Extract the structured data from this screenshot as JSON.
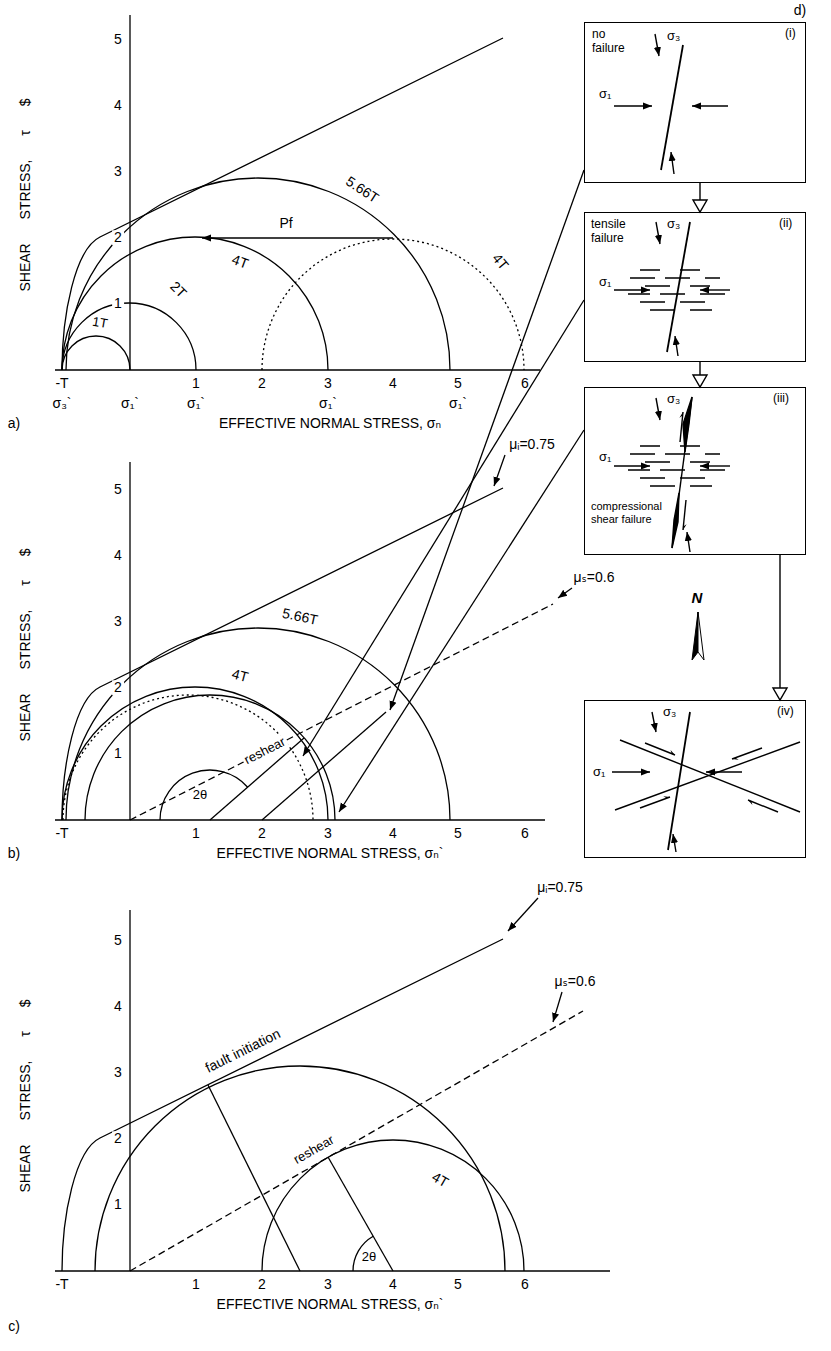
{
  "diagram": {
    "nodes": [
      {
        "text": [
          "no failure",
          "(i)",
          "σ₃",
          "σ₁"
        ]
      },
      {
        "text": [
          "tensile failure",
          "(ii)",
          "σ₃",
          "σ₁"
        ]
      },
      {
        "text": [
          "(iii)",
          "σ₃",
          "σ₁",
          "compressional shear failure"
        ]
      },
      {
        "text": [
          "(iv)",
          "σ₃",
          "σ₁"
        ]
      }
    ],
    "edges": [
      {
        "from": 0,
        "to": 1,
        "arrow": "to"
      },
      {
        "from": 1,
        "to": 2,
        "arrow": "to"
      },
      {
        "from": 2,
        "to": 3,
        "arrow": "to"
      }
    ],
    "labels": [
      "SHEAR STRESS, τ $",
      "5",
      "4",
      "3",
      "2",
      "1",
      "5.66T",
      "Pf",
      "4T",
      "4T",
      "2T",
      "1T",
      "-T",
      "1",
      "2",
      "3",
      "4",
      "5",
      "6",
      "σ₃`",
      "σ₁`",
      "σ₁`",
      "σ₁`",
      "σ₁`",
      "a)",
      "EFFECTIVE NORMAL STRESS, σₙ",
      "SHEAR STRESS, τ $",
      "5",
      "4",
      "3",
      "2",
      "1",
      "μᵢ=0.75",
      "μₛ=0.6",
      "5.66T",
      "reshear",
      "4T",
      "2θ",
      "-T",
      "1",
      "2",
      "3",
      "4",
      "5",
      "6",
      "b)",
      "EFFECTIVE NORMAL STRESS, σₙ`",
      "SHEAR STRESS, τ $",
      "5",
      "4",
      "3",
      "2",
      "1",
      "μᵢ=0.75",
      "fault initiation",
      "μₛ=0.6",
      "reshear",
      "4T",
      "2θ",
      "-T",
      "1",
      "2",
      "3",
      "4",
      "5",
      "6",
      "c)",
      "EFFECTIVE NORMAL STRESS, σₙ`",
      "d)",
      "N"
    ]
  }
}
